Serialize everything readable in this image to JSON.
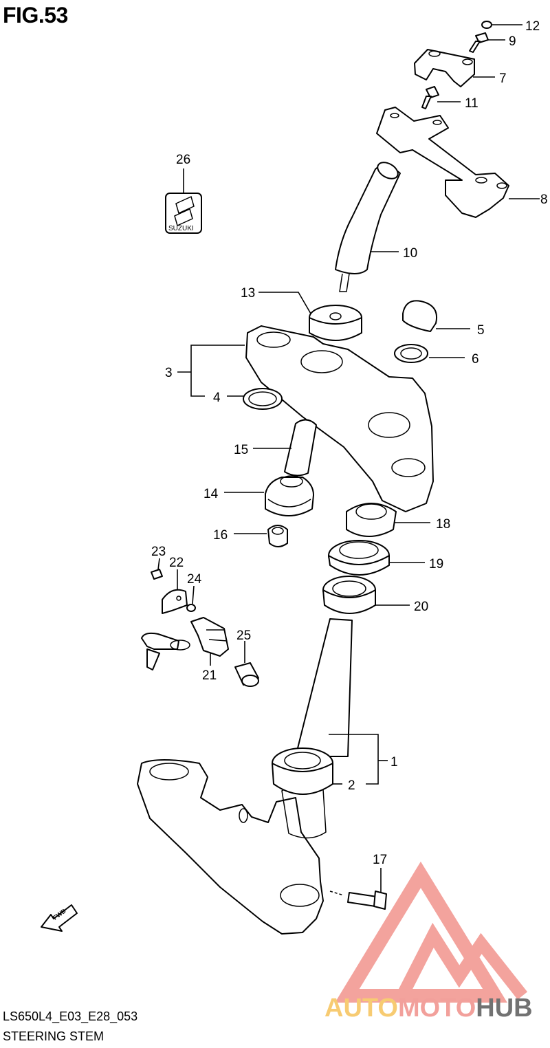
{
  "figure": {
    "title": "FIG.53"
  },
  "footer": {
    "model_code": "LS650L4_E03_E28_053",
    "caption": "STEERING STEM"
  },
  "labels": {
    "l1": "1",
    "l2": "2",
    "l3": "3",
    "l4": "4",
    "l5": "5",
    "l6": "6",
    "l7": "7",
    "l8": "8",
    "l9": "9",
    "l10": "10",
    "l11": "11",
    "l12": "12",
    "l13": "13",
    "l14": "14",
    "l15": "15",
    "l16": "16",
    "l17": "17",
    "l18": "18",
    "l19": "19",
    "l20": "20",
    "l21": "21",
    "l22": "22",
    "l23": "23",
    "l24": "24",
    "l25": "25",
    "l26": "26"
  },
  "emblem": {
    "text": "SUZUKI"
  },
  "fwd_arrow": {
    "text": "FWD"
  },
  "watermark": {
    "part1": "AUTO",
    "part2": "MOTO",
    "part3": "HUB",
    "colors": {
      "auto": "#f6c35a",
      "moto": "#f0908a",
      "hub": "#5a5a5a",
      "triangle": "#f2938d"
    }
  }
}
